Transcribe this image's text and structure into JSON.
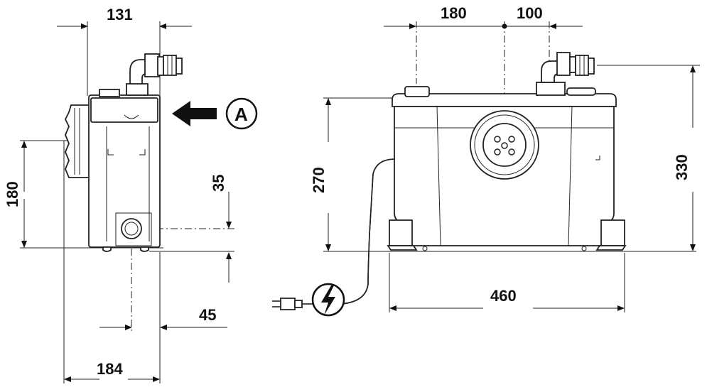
{
  "side_view": {
    "dim_width": "131",
    "dim_height": "180",
    "dim_inlet_height": "35",
    "dim_inlet_offset": "45",
    "dim_depth": "184",
    "view_marker": "A"
  },
  "front_view": {
    "dim_left": "180",
    "dim_right": "100",
    "dim_height_body": "270",
    "dim_height_total": "330",
    "dim_width": "460"
  }
}
